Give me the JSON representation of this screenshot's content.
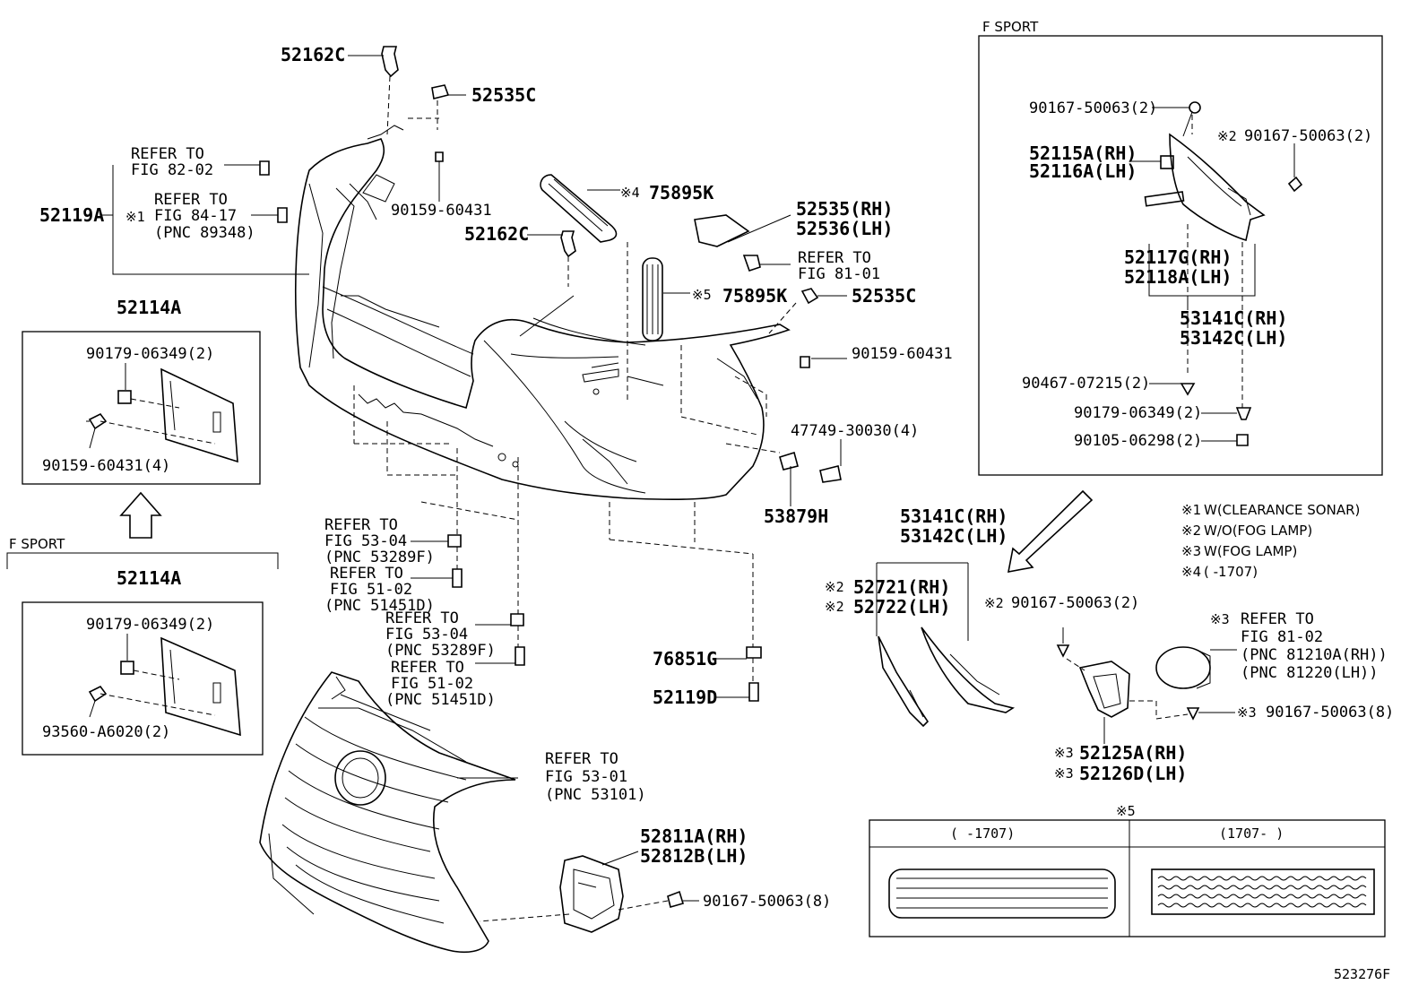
{
  "diagram_id": "523276F",
  "sections": {
    "f_sport_top": "F SPORT",
    "f_sport_left": "F SPORT",
    "sym5": "※5"
  },
  "legend": [
    {
      "mark": "※1",
      "text": "W(CLEARANCE SONAR)"
    },
    {
      "mark": "※2",
      "text": "W/O(FOG LAMP)"
    },
    {
      "mark": "※3",
      "text": "W(FOG LAMP)"
    },
    {
      "mark": "※4",
      "text": "(      -1707)"
    }
  ],
  "detail5": {
    "left": "(     -1707)",
    "right": "(1707-     )"
  },
  "parts": {
    "p52162c_top": "52162C",
    "p52535c_top": "52535C",
    "ref8202_a": "REFER TO",
    "ref8202_b": "FIG 82-02",
    "ref8417_a": "REFER TO",
    "ref8417_b": "FIG 84-17",
    "ref8417_c": "(PNC 89348)",
    "p52119a": "52119A",
    "mark1": "※1",
    "p90159_60431_a": "90159-60431",
    "mark4": "※4",
    "p75895k_a": "75895K",
    "p52162c_mid": "52162C",
    "p52535rh": "52535(RH)",
    "p52536lh": "52536(LH)",
    "ref8101_a": "REFER TO",
    "ref8101_b": "FIG 81-01",
    "mark5": "※5",
    "p75895k_b": "75895K",
    "p52535c_mid": "52535C",
    "p90159_60431_b": "90159-60431",
    "p47749": "47749-30030(4)",
    "p53879h": "53879H",
    "p52114a_top": "52114A",
    "p90179_a": "90179-06349(2)",
    "p90159_4": "90159-60431(4)",
    "p52114a_bot": "52114A",
    "p90179_b": "90179-06349(2)",
    "p93560": "93560-A6020(2)",
    "ref5304_a1": "REFER TO",
    "ref5304_a2": "FIG 53-04",
    "ref5304_a3": "(PNC 53289F)",
    "ref5102_a1": "REFER TO",
    "ref5102_a2": "FIG 51-02",
    "ref5102_a3": "(PNC 51451D)",
    "ref5304_b1": "REFER TO",
    "ref5304_b2": "FIG 53-04",
    "ref5304_b3": "(PNC 53289F)",
    "ref5102_b1": "REFER TO",
    "ref5102_b2": "FIG 51-02",
    "ref5102_b3": "(PNC 51451D)",
    "p76851g": "76851G",
    "p52119d": "52119D",
    "ref5301_a": "REFER TO",
    "ref5301_b": "FIG 53-01",
    "ref5301_c": "(PNC 53101)",
    "p52811a": "52811A(RH)",
    "p52812b": "52812B(LH)",
    "p90167_8": "90167-50063(8)",
    "p53141c_mid": "53141C(RH)",
    "p53142c_mid": "53142C(LH)",
    "mark2_a": "※2",
    "p52721": "52721(RH)",
    "mark2_b": "※2",
    "p52722": "52722(LH)",
    "mark2_c": "※2",
    "p90167_2_mid": "90167-50063(2)",
    "mark3_a": "※3",
    "ref8102_a": "REFER TO",
    "ref8102_b": "FIG 81-02",
    "ref8102_c": "(PNC 81210A(RH))",
    "ref8102_d": "(PNC 81220(LH))",
    "mark3_b": "※3",
    "p90167_8b": "90167-50063(8)",
    "mark3_c": "※3",
    "p52125a": "52125A(RH)",
    "mark3_d": "※3",
    "p52126d": "52126D(LH)",
    "fs_90167_a": "90167-50063(2)",
    "fs_mark2": "※2",
    "fs_90167_b": "90167-50063(2)",
    "fs_52115a": "52115A(RH)",
    "fs_52116a": "52116A(LH)",
    "fs_52117g": "52117G(RH)",
    "fs_52118a": "52118A(LH)",
    "fs_53141c": "53141C(RH)",
    "fs_53142c": "53142C(LH)",
    "fs_90467": "90467-07215(2)",
    "fs_90179": "90179-06349(2)",
    "fs_90105": "90105-06298(2)"
  }
}
